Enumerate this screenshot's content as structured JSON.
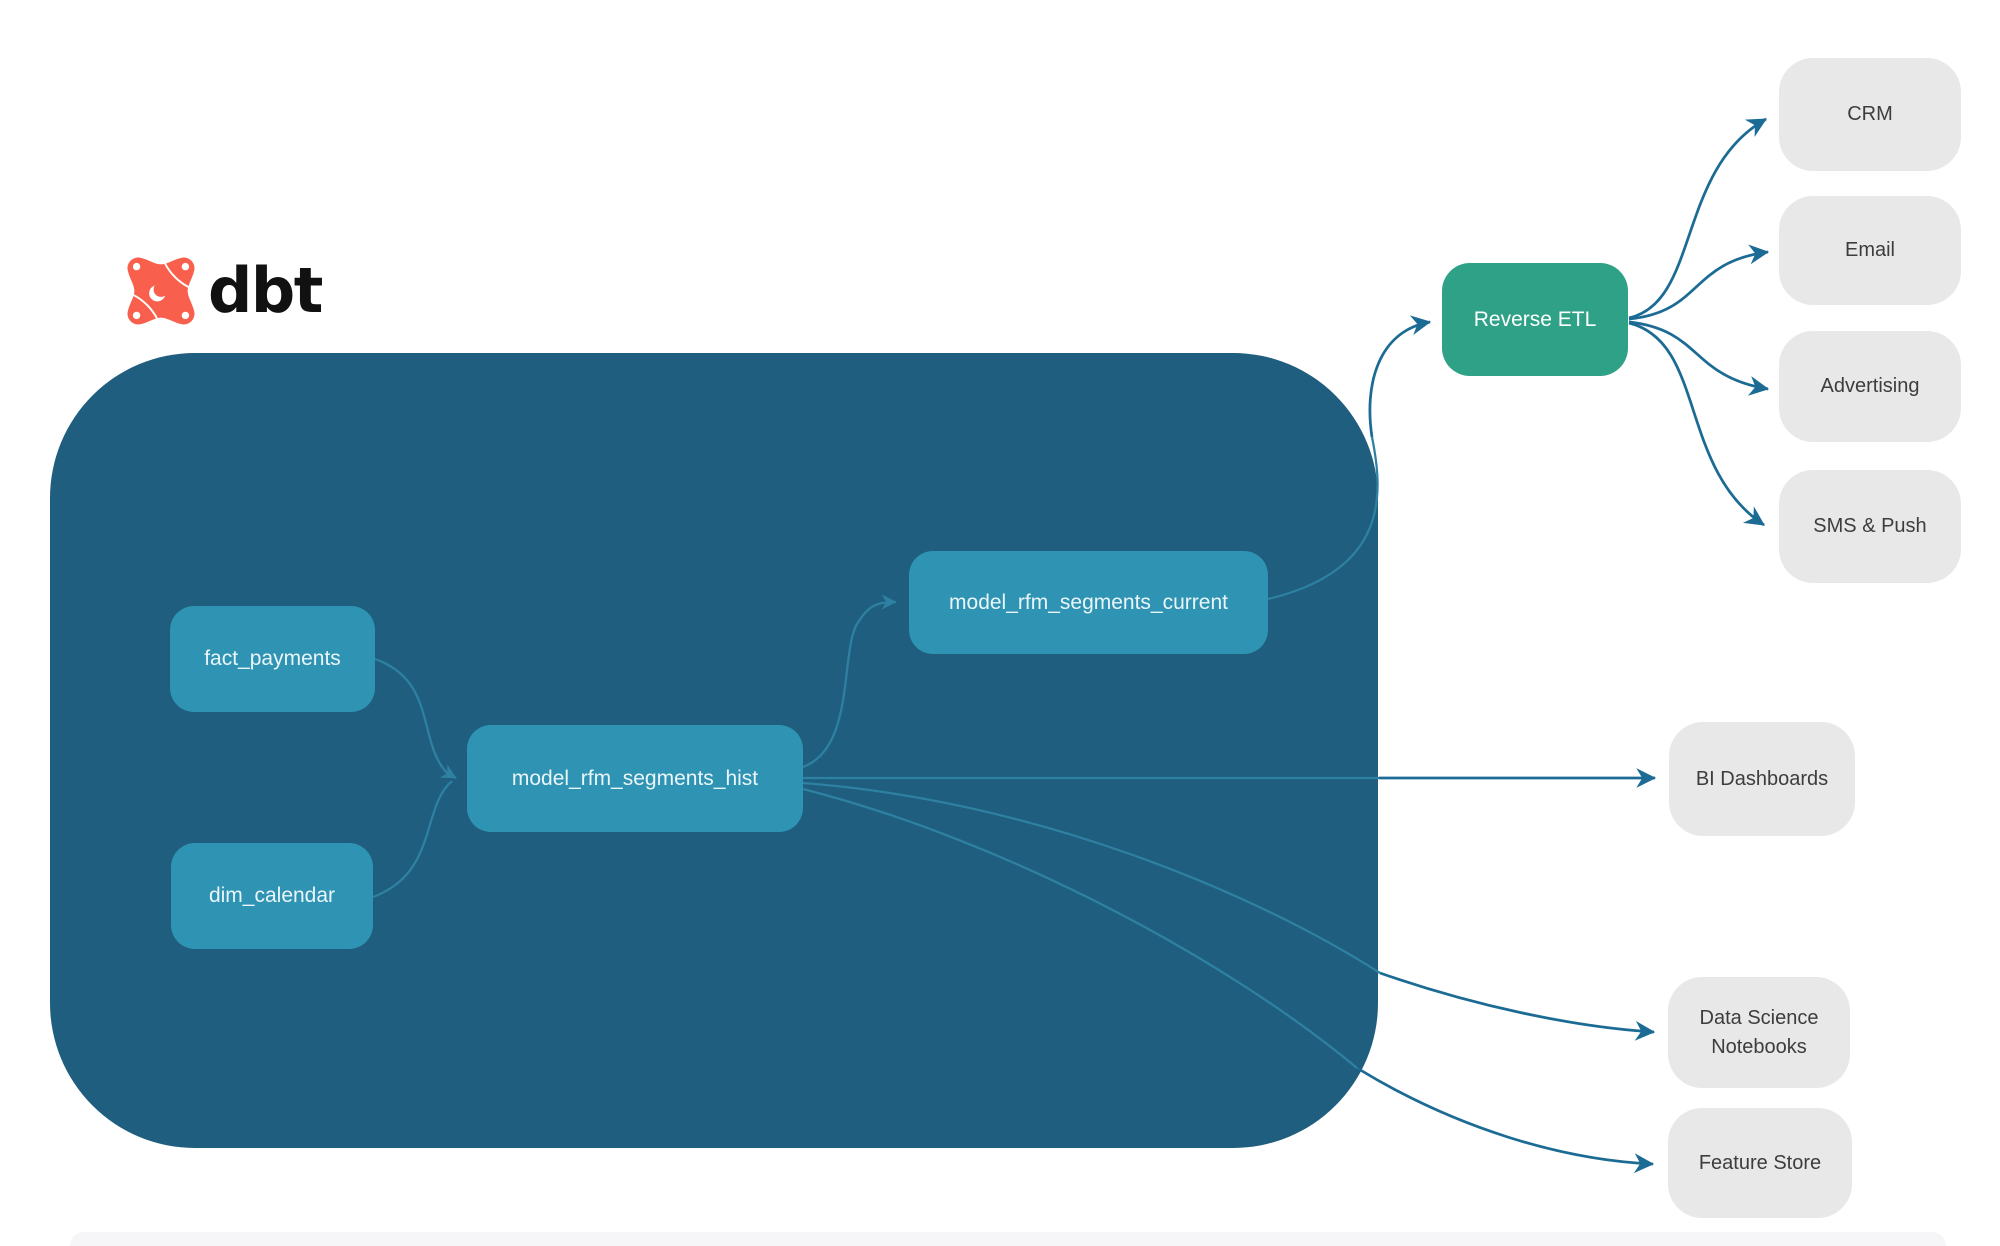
{
  "logo": {
    "text": "dbt"
  },
  "warehouse": {
    "models": {
      "fact_payments": {
        "label": "fact_payments"
      },
      "dim_calendar": {
        "label": "dim_calendar"
      },
      "model_rfm_segments_hist": {
        "label": "model_rfm_segments_hist"
      },
      "model_rfm_segments_current": {
        "label": "model_rfm_segments_current"
      }
    }
  },
  "reverse_etl": {
    "label": "Reverse ETL"
  },
  "destinations": {
    "crm": {
      "label": "CRM"
    },
    "email": {
      "label": "Email"
    },
    "advertising": {
      "label": "Advertising"
    },
    "sms_push": {
      "label": "SMS & Push"
    },
    "bi_dashboards": {
      "label": "BI Dashboards"
    },
    "data_science_notebooks": {
      "label": "Data Science Notebooks"
    },
    "feature_store": {
      "label": "Feature Store"
    }
  },
  "edges": [
    {
      "from": "fact_payments",
      "to": "model_rfm_segments_hist"
    },
    {
      "from": "dim_calendar",
      "to": "model_rfm_segments_hist"
    },
    {
      "from": "model_rfm_segments_hist",
      "to": "model_rfm_segments_current"
    },
    {
      "from": "model_rfm_segments_current",
      "to": "reverse_etl"
    },
    {
      "from": "reverse_etl",
      "to": "crm"
    },
    {
      "from": "reverse_etl",
      "to": "email"
    },
    {
      "from": "reverse_etl",
      "to": "advertising"
    },
    {
      "from": "reverse_etl",
      "to": "sms_push"
    },
    {
      "from": "model_rfm_segments_hist",
      "to": "bi_dashboards"
    },
    {
      "from": "model_rfm_segments_hist",
      "to": "data_science_notebooks"
    },
    {
      "from": "model_rfm_segments_hist",
      "to": "feature_store"
    }
  ],
  "colors": {
    "container_bg": "#1f5e7e",
    "model_node_bg": "#2f94b3",
    "model_node_text": "#eaf5f9",
    "reverse_etl_bg": "#2ea186",
    "reverse_etl_text": "#ffffff",
    "destination_bg": "#e8e8e8",
    "destination_text": "#3d3d3d",
    "edge_inside": "#2e81a2",
    "edge_outside": "#1c6b94",
    "logo_orange": "#f8604d",
    "logo_text": "#111111",
    "canvas_bg": "#ffffff",
    "footer_strip": "#f6f6f8"
  }
}
